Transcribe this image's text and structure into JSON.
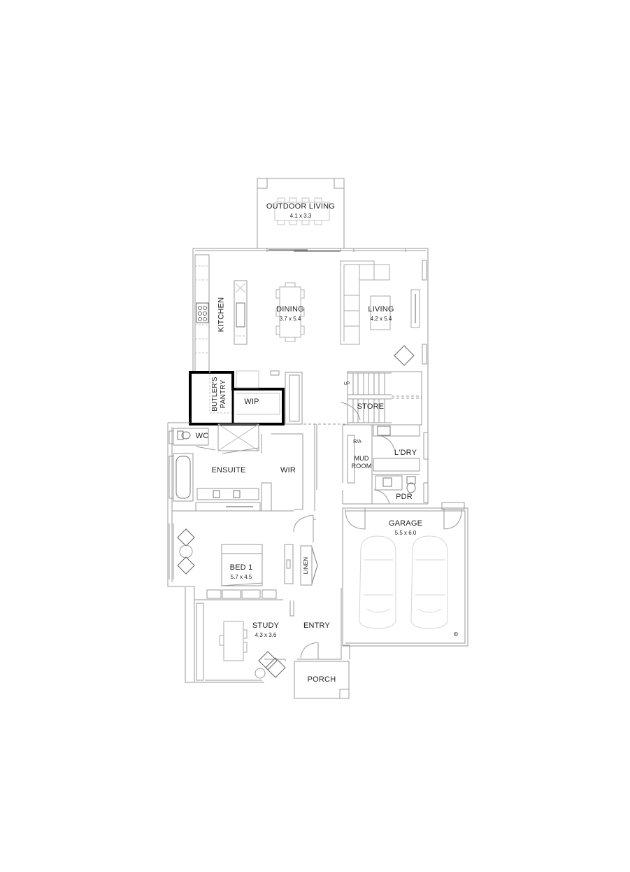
{
  "plan": {
    "type": "single-storey house floor plan",
    "colors": {
      "wall": "#9a9a9a",
      "furniture": "#b8b8b8",
      "highlight": "#000000",
      "text": "#222222",
      "background": "#ffffff"
    }
  },
  "rooms": {
    "outdoor_living": {
      "name": "OUTDOOR LIVING",
      "size": "4.1 x 3.3"
    },
    "kitchen": {
      "name": "KITCHEN"
    },
    "dining": {
      "name": "DINING",
      "size": "3.7 x 5.4"
    },
    "living": {
      "name": "LIVING",
      "size": "4.2 x 5.4"
    },
    "butlers_pantry": {
      "name_line1": "BUTLER'S",
      "name_line2": "PANTRY"
    },
    "wip": {
      "name": "WIP"
    },
    "store": {
      "name": "STORE"
    },
    "stairs": {
      "label": "UP"
    },
    "wc": {
      "name": "WC"
    },
    "ensuite": {
      "name": "ENSUITE"
    },
    "wir": {
      "name": "WIR"
    },
    "ria": {
      "name": "R/A"
    },
    "mud_room": {
      "name_line1": "MUD",
      "name_line2": "ROOM"
    },
    "laundry": {
      "name": "L'DRY"
    },
    "pdr": {
      "name": "PDR"
    },
    "garage": {
      "name": "GARAGE",
      "size": "5.5 x 6.0"
    },
    "bed1": {
      "name": "BED 1",
      "size": "5.7 x 4.5"
    },
    "linen": {
      "name": "LINEN"
    },
    "study": {
      "name": "STUDY",
      "size": "4.3 x 3.6"
    },
    "entry": {
      "name": "ENTRY"
    },
    "porch": {
      "name": "PORCH"
    }
  },
  "copyright": "©"
}
